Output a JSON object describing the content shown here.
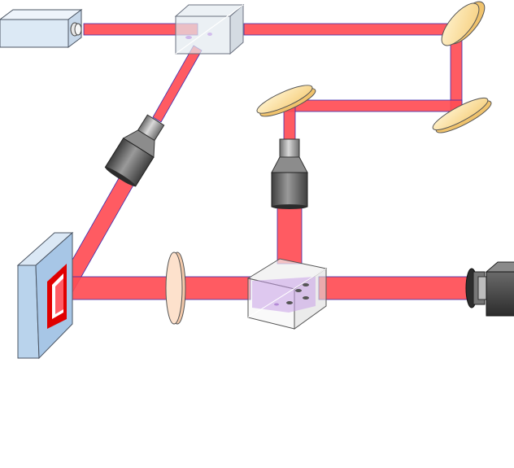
{
  "diagram": {
    "components": [
      {
        "id": "laser-source",
        "kind": "laser"
      },
      {
        "id": "beam-splitter-top",
        "kind": "beam-splitter-cube"
      },
      {
        "id": "mirror-top-right",
        "kind": "mirror"
      },
      {
        "id": "mirror-right-lower",
        "kind": "mirror"
      },
      {
        "id": "mirror-middle",
        "kind": "mirror"
      },
      {
        "id": "objective-left",
        "kind": "microscope-objective"
      },
      {
        "id": "objective-center",
        "kind": "microscope-objective"
      },
      {
        "id": "spatial-light-modulator",
        "kind": "slm-panel"
      },
      {
        "id": "lens",
        "kind": "lens"
      },
      {
        "id": "sample-cell",
        "kind": "sample-cube"
      },
      {
        "id": "camera",
        "kind": "camera"
      }
    ],
    "beam_paths": [
      {
        "id": "beam-source-to-splitter",
        "from": "laser-source",
        "to": "beam-splitter-top"
      },
      {
        "id": "beam-splitter-to-mirror",
        "from": "beam-splitter-top",
        "to": "mirror-top-right"
      },
      {
        "id": "beam-mirror-down",
        "from": "mirror-top-right",
        "to": "mirror-right-lower"
      },
      {
        "id": "beam-mirror-to-mirror",
        "from": "mirror-right-lower",
        "to": "mirror-middle"
      },
      {
        "id": "beam-mirror-to-objective",
        "from": "mirror-middle",
        "to": "objective-center"
      },
      {
        "id": "beam-objective-to-sample",
        "from": "objective-center",
        "to": "sample-cell"
      },
      {
        "id": "beam-splitter-to-objective",
        "from": "beam-splitter-top",
        "to": "objective-left"
      },
      {
        "id": "beam-objective-to-slm",
        "from": "objective-left",
        "to": "spatial-light-modulator"
      },
      {
        "id": "beam-slm-to-lens",
        "from": "spatial-light-modulator",
        "to": "lens"
      },
      {
        "id": "beam-lens-to-sample",
        "from": "lens",
        "to": "sample-cell"
      },
      {
        "id": "beam-sample-to-camera",
        "from": "sample-cell",
        "to": "camera"
      }
    ],
    "colors": {
      "beam": "#ff4d55",
      "beam_edge": "#3a2db0",
      "mirror": "#fde3a4",
      "lens": "#fde1cc",
      "slm_body": "#b9d3ec",
      "slm_edge": "#e00000",
      "objective_dark": "#5c5c5c",
      "objective_light": "#cfcfcf",
      "camera_dark": "#4a4a4a",
      "laser_body": "#dce9f5",
      "sample_tint": "#c9a0e8"
    }
  }
}
